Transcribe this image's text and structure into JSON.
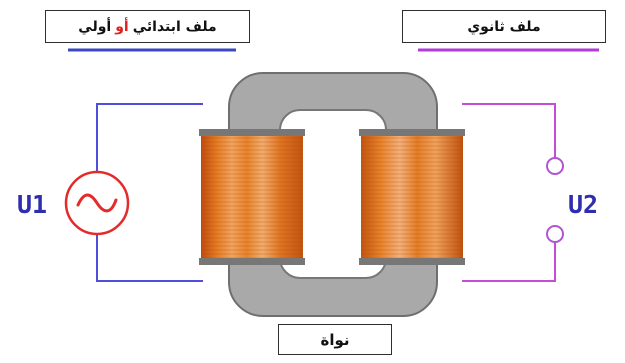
{
  "labels": {
    "primary_coil_part1": "ملف ابتدائي",
    "primary_coil_connector": "أو",
    "primary_coil_part2": "أولي",
    "secondary_coil": "ملف ثانوي",
    "core": "نواة",
    "input_voltage": "U1",
    "output_voltage": "U2"
  },
  "colors": {
    "primary_circuit": "#4f4fd9",
    "primary_underline": "#3a48c6",
    "secondary_circuit": "#c24ed6",
    "secondary_underline": "#b13cd8",
    "ac_source": "#e52a2a",
    "core_fill": "#a9a9a9",
    "core_outline": "#6f6f6f",
    "coil_copper": "#e07a22",
    "terminal_color": "#b054d3",
    "voltage_text": "#2f2fae"
  },
  "icons": {
    "source": "ac-source-icon",
    "terminals": "output-terminal-icon"
  }
}
